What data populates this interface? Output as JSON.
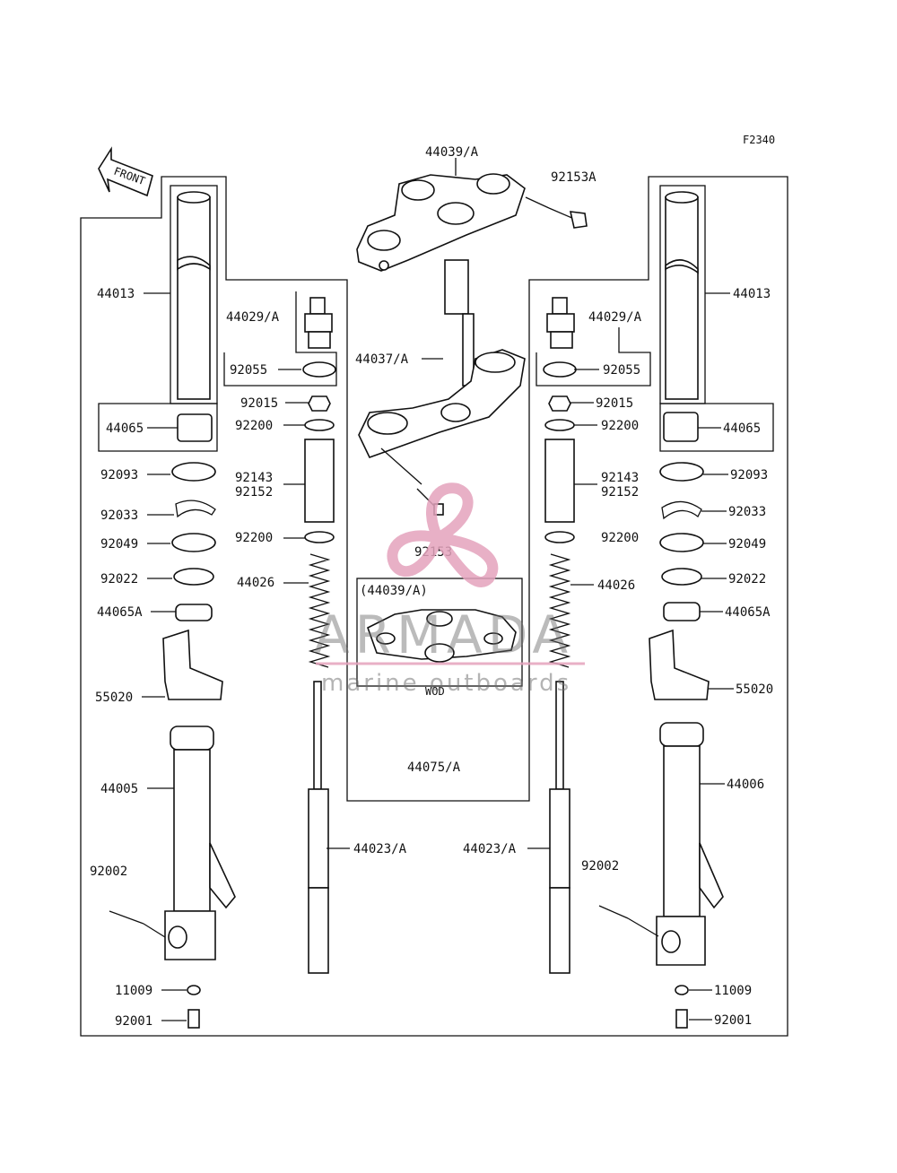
{
  "diagram_code": "F2340",
  "front_arrow_text": "FRONT",
  "watermark": {
    "brand": "ARMADA",
    "tagline": "marine outboards",
    "logo": "propeller-logo",
    "brand_color": "#e4a3bd"
  },
  "inset": {
    "title": "(44039/A)",
    "caption": "WOD",
    "part": "44075/A"
  },
  "labels": {
    "l44039A": "44039/A",
    "l92153A": "92153A",
    "l44037A": "44037/A",
    "l92153": "92153",
    "left_44013": "44013",
    "left_44029A": "44029/A",
    "left_92055": "92055",
    "left_44065": "44065",
    "left_92015": "92015",
    "left_92200a": "92200",
    "left_92143": "92143",
    "left_92152": "92152",
    "left_92200b": "92200",
    "left_44026": "44026",
    "left_92093": "92093",
    "left_92033": "92033",
    "left_92049": "92049",
    "left_92022": "92022",
    "left_44065A": "44065A",
    "left_55020": "55020",
    "left_44005": "44005",
    "left_92002": "92002",
    "left_44023A": "44023/A",
    "left_11009": "11009",
    "left_92001": "92001",
    "right_44013": "44013",
    "right_44029A": "44029/A",
    "right_92055": "92055",
    "right_44065": "44065",
    "right_92015": "92015",
    "right_92200a": "92200",
    "right_92143": "92143",
    "right_92152": "92152",
    "right_92200b": "92200",
    "right_44026": "44026",
    "right_92093": "92093",
    "right_92033": "92033",
    "right_92049": "92049",
    "right_92022": "92022",
    "right_44065A": "44065A",
    "right_55020": "55020",
    "right_44006": "44006",
    "right_92002": "92002",
    "right_44023A": "44023/A",
    "right_11009": "11009",
    "right_92001": "92001"
  }
}
